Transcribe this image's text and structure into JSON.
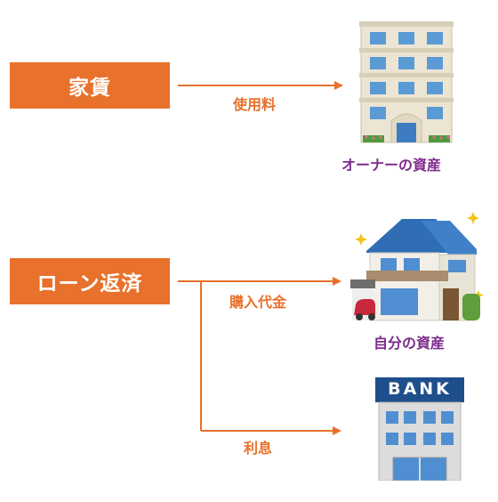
{
  "boxes": {
    "rent": "家賃",
    "loan": "ローン返済"
  },
  "arrows": {
    "usage_fee": "使用料",
    "purchase_price": "購入代金",
    "interest": "利息"
  },
  "captions": {
    "owner_asset": "オーナーの資産",
    "own_asset": "自分の資産"
  },
  "bank_sign": "BANK",
  "colors": {
    "accent": "#e8712c",
    "caption": "#7d2b8c"
  }
}
